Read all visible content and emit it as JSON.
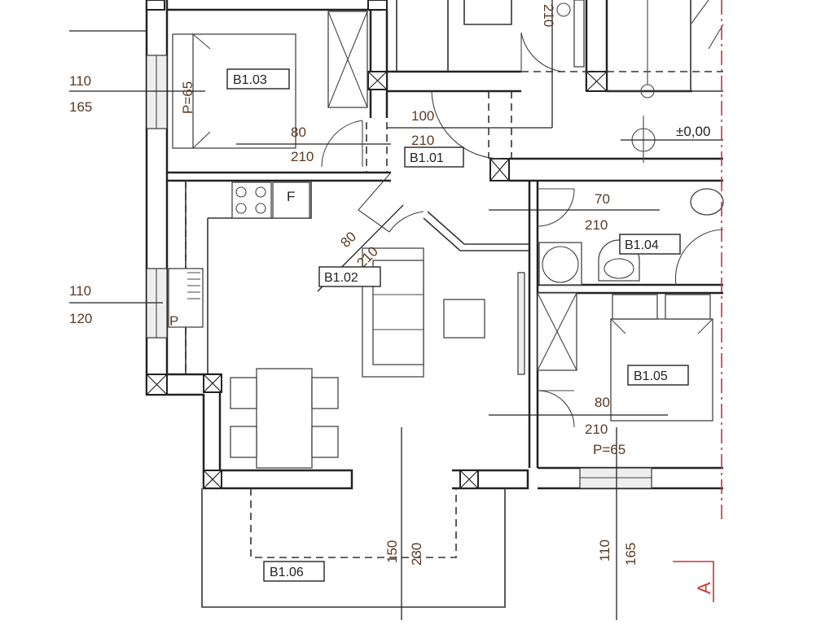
{
  "rooms": {
    "b101": "B1.01",
    "b102": "B1.02",
    "b103": "B1.03",
    "b104": "B1.04",
    "b105": "B1.05",
    "b106": "B1.06"
  },
  "dims": {
    "w1_top": "110",
    "w1_bot": "165",
    "w2_top": "110",
    "w2_bot": "120",
    "p65_b103": "P=65",
    "d_b103_w": "80",
    "d_b103_h": "210",
    "d_entry_w": "100",
    "d_entry_h": "210",
    "d_top_h": "210",
    "d_b102_w": "80",
    "d_b102_h": "210",
    "d_b104_w": "70",
    "d_b104_h": "210",
    "d_b105_w": "80",
    "d_b105_h": "210",
    "p65_b105": "P=65",
    "d_balc_a": "150",
    "d_balc_b": "230",
    "d_win_a": "110",
    "d_win_b": "165",
    "level": "±0,00",
    "pw_label": "P",
    "fridge_label": "F"
  },
  "section_mark": "A",
  "colors": {
    "walls": "#222222",
    "dimension_text": "#5a3a22",
    "section_line": "#cc3333"
  }
}
